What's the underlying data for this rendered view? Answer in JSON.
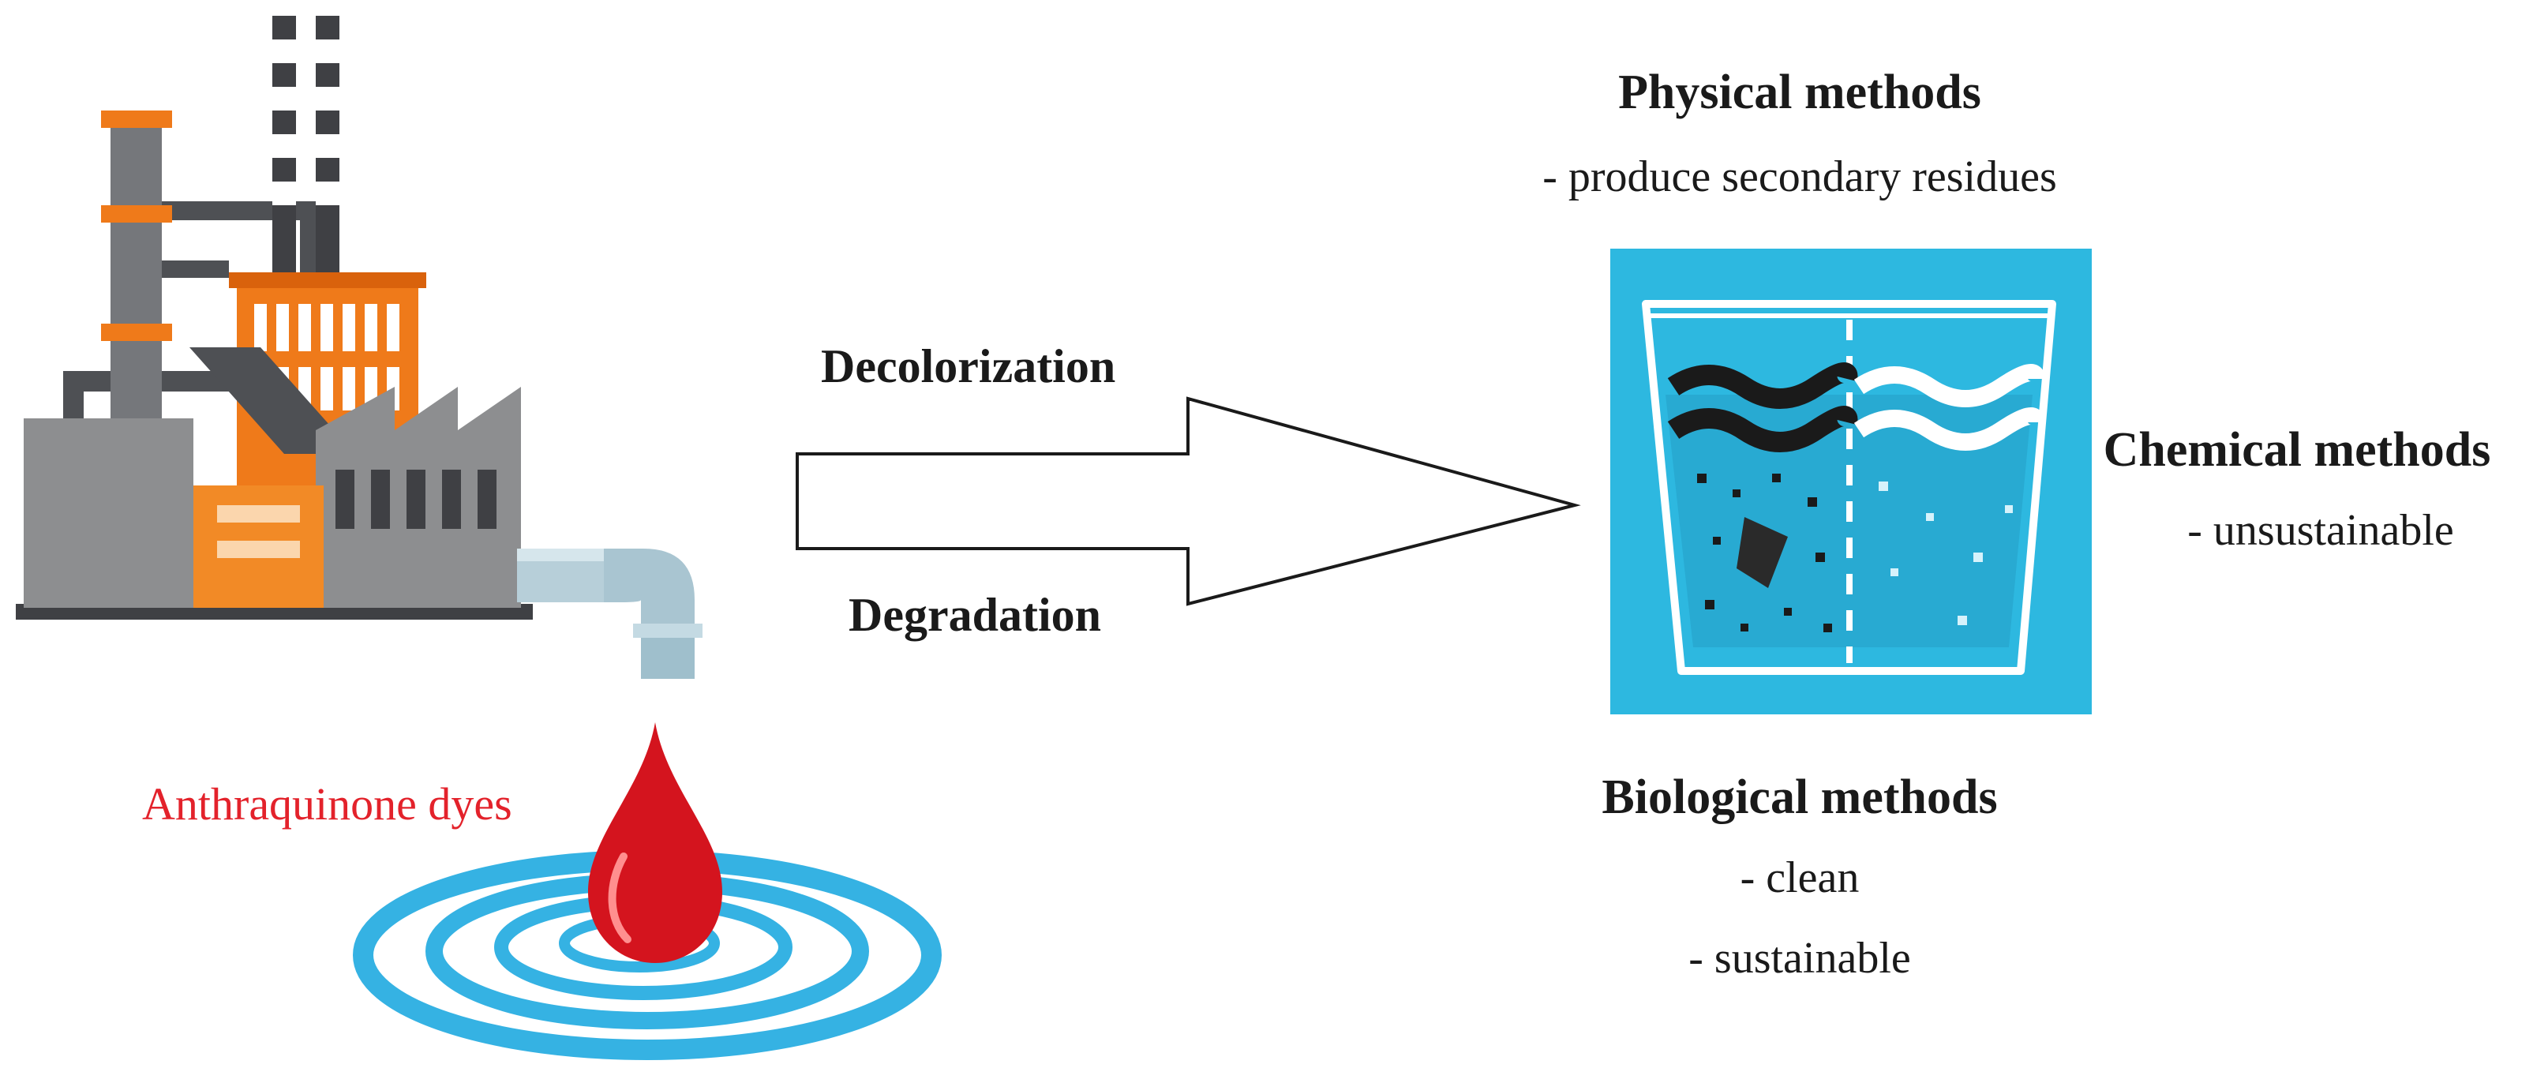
{
  "labels": {
    "physical_title": "Physical methods",
    "physical_note": "- produce secondary residues",
    "chemical_title": "Chemical methods",
    "chemical_note": "- unsustainable",
    "biological_title": "Biological methods",
    "biological_note_1": "- clean",
    "biological_note_2": "- sustainable",
    "arrow_top": "Decolorization",
    "arrow_bottom": "Degradation",
    "dye": "Anthraquinone dyes"
  },
  "colors": {
    "panel_blue": "#2db8e0",
    "ripple_blue": "#35b2e3",
    "drop_red": "#d4141e",
    "dye_text": "#e3222b",
    "factory_orange": "#ef7a1a",
    "factory_gray": "#8d8e90",
    "factory_dark": "#4e5054"
  },
  "icons": [
    "factory-icon",
    "pipe-icon",
    "blood-drop-icon",
    "water-ripple-icon",
    "beaker-icon",
    "hollow-arrow-icon"
  ]
}
